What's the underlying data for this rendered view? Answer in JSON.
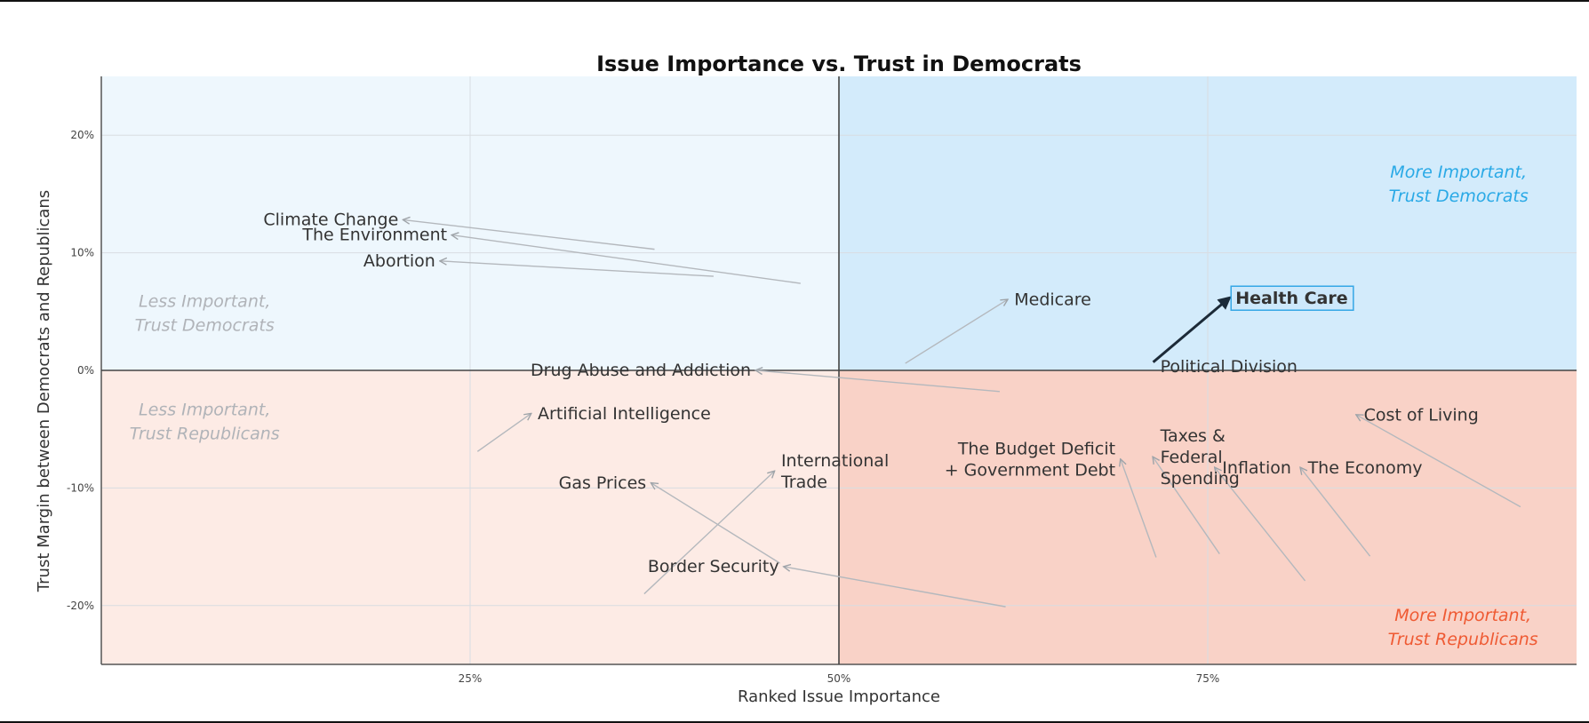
{
  "chart_data": {
    "type": "scatter",
    "title": "Issue Importance vs. Trust in Democrats",
    "xlabel": "Ranked Issue Importance",
    "ylabel": "Trust Margin between Democrats and Republicans",
    "xlim": [
      0,
      100
    ],
    "ylim": [
      -25,
      25
    ],
    "xticks": [
      25,
      50,
      75
    ],
    "xtick_labels": [
      "25%",
      "50%",
      "75%"
    ],
    "yticks": [
      20,
      10,
      0,
      -10,
      -20
    ],
    "ytick_labels": [
      "20%",
      "10%",
      "0%",
      "-10%",
      "-20%"
    ],
    "grid": true,
    "quadrants": [
      {
        "name": "More Important, Trust Democrats",
        "lines": [
          "More Important,",
          "Trust Democrats"
        ],
        "color": "#29a9e6",
        "fill": "#d3ebfb"
      },
      {
        "name": "Less Important, Trust Democrats",
        "lines": [
          "Less Important,",
          "Trust Democrats"
        ],
        "color": "#b0b3b8",
        "fill": "#eef7fd"
      },
      {
        "name": "Less Important, Trust Republicans",
        "lines": [
          "Less Important,",
          "Trust Republicans"
        ],
        "color": "#b0b3b8",
        "fill": "#fdebe5"
      },
      {
        "name": "More Important, Trust Republicans",
        "lines": [
          "More Important,",
          "Trust Republicans"
        ],
        "color": "#ef5a33",
        "fill": "#f9d2c7"
      }
    ],
    "issues": [
      {
        "label": [
          "Climate Change"
        ],
        "from": [
          37.5,
          10.3
        ],
        "to": [
          20.5,
          12.8
        ],
        "align": "end"
      },
      {
        "label": [
          "The Environment"
        ],
        "from": [
          47.4,
          7.4
        ],
        "to": [
          23.8,
          11.5
        ],
        "align": "end"
      },
      {
        "label": [
          "Abortion"
        ],
        "from": [
          41.5,
          8.0
        ],
        "to": [
          23.0,
          9.3
        ],
        "align": "end"
      },
      {
        "label": [
          "Medicare"
        ],
        "from": [
          54.5,
          0.6
        ],
        "to": [
          61.4,
          6.0
        ],
        "align": "start"
      },
      {
        "label": [
          "Health Care"
        ],
        "from": [
          71.3,
          0.7
        ],
        "to": [
          76.4,
          6.1
        ],
        "align": "start",
        "highlight": true
      },
      {
        "label": [
          "Political Division"
        ],
        "from": [
          71.0,
          0.3
        ],
        "to": [
          71.3,
          0.3
        ],
        "align": "start"
      },
      {
        "label": [
          "Drug Abuse and Addiction"
        ],
        "from": [
          60.9,
          -1.8
        ],
        "to": [
          44.4,
          0.0
        ],
        "align": "end"
      },
      {
        "label": [
          "Artificial Intelligence"
        ],
        "from": [
          25.5,
          -6.9
        ],
        "to": [
          29.1,
          -3.7
        ],
        "align": "start"
      },
      {
        "label": [
          "International",
          "Trade"
        ],
        "from": [
          36.8,
          -19.0
        ],
        "to": [
          45.6,
          -8.6
        ],
        "align": "start"
      },
      {
        "label": [
          "Gas Prices"
        ],
        "from": [
          46.0,
          -16.4
        ],
        "to": [
          37.3,
          -9.6
        ],
        "align": "end"
      },
      {
        "label": [
          "Border Security"
        ],
        "from": [
          61.3,
          -20.1
        ],
        "to": [
          46.3,
          -16.7
        ],
        "align": "end"
      },
      {
        "label": [
          "The Budget Deficit",
          "+ Government Debt"
        ],
        "from": [
          71.5,
          -15.9
        ],
        "to": [
          69.1,
          -7.6
        ],
        "align": "end"
      },
      {
        "label": [
          "Taxes &",
          "Federal",
          "Spending"
        ],
        "from": [
          75.8,
          -15.6
        ],
        "to": [
          71.3,
          -7.4
        ],
        "align": "start"
      },
      {
        "label": [
          "Inflation"
        ],
        "from": [
          81.6,
          -17.9
        ],
        "to": [
          75.5,
          -8.3
        ],
        "align": "start"
      },
      {
        "label": [
          "The Economy"
        ],
        "from": [
          86.0,
          -15.8
        ],
        "to": [
          81.3,
          -8.3
        ],
        "align": "start"
      },
      {
        "label": [
          "Cost of Living"
        ],
        "from": [
          96.2,
          -11.6
        ],
        "to": [
          85.1,
          -3.8
        ],
        "align": "start"
      }
    ]
  }
}
